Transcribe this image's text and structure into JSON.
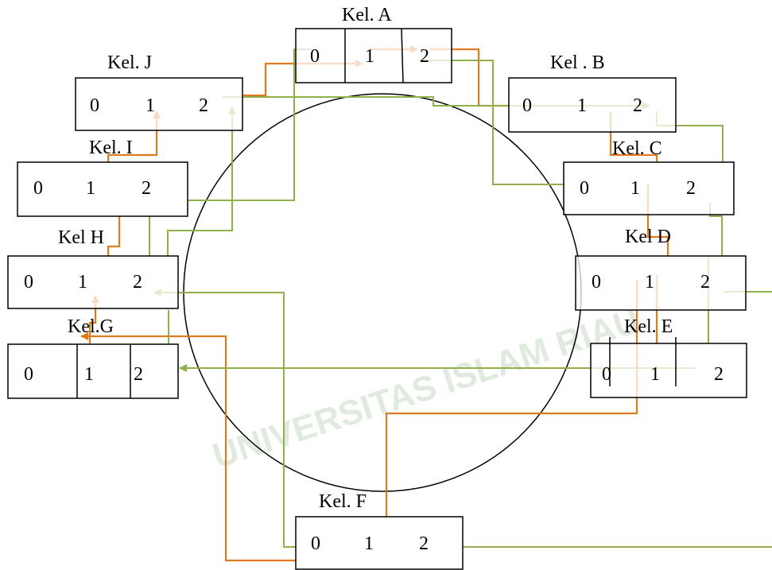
{
  "watermark": {
    "text": "UNIVERSITAS ISLAM RIAU",
    "color": "#c9d9c4"
  },
  "colors": {
    "orange": "#e07a1e",
    "green": "#8fb04a",
    "line": "#000000"
  },
  "groups": {
    "A": {
      "title": "Kel. A",
      "slots": [
        "0",
        "1",
        "2"
      ]
    },
    "B": {
      "title": "Kel . B",
      "slots": [
        "0",
        "1",
        "2"
      ]
    },
    "C": {
      "title": "Kel. C",
      "slots": [
        "0",
        "1",
        "2"
      ]
    },
    "D": {
      "title": "Kel D",
      "slots": [
        "0",
        "1",
        "2"
      ]
    },
    "E": {
      "title": "Kel. E",
      "slots": [
        "0",
        "1",
        "2"
      ]
    },
    "F": {
      "title": "Kel. F",
      "slots": [
        "0",
        "1",
        "2"
      ]
    },
    "G": {
      "title": "Kel.G",
      "slots": [
        "0",
        "1",
        "2"
      ]
    },
    "H": {
      "title": "Kel H",
      "slots": [
        "0",
        "1",
        "2"
      ]
    },
    "I": {
      "title": "Kel. I",
      "slots": [
        "0",
        "1",
        "2"
      ]
    },
    "J": {
      "title": "Kel. J",
      "slots": [
        "0",
        "1",
        "2"
      ]
    }
  }
}
